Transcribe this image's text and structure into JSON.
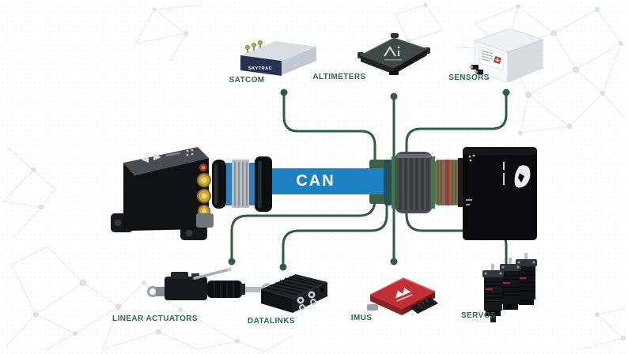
{
  "bus": {
    "label": "CAN"
  },
  "peripherals": {
    "top": [
      {
        "id": "satcom",
        "label": "SATCOM"
      },
      {
        "id": "altimeters",
        "label": "ALTIMETERS"
      },
      {
        "id": "sensors",
        "label": "SENSORS"
      }
    ],
    "bottom": [
      {
        "id": "linear-actuators",
        "label": "LINEAR ACTUATORS"
      },
      {
        "id": "datalinks",
        "label": "DATALINKS"
      },
      {
        "id": "imus",
        "label": "IMUS"
      },
      {
        "id": "servos",
        "label": "SERVOS"
      }
    ]
  },
  "devices": {
    "satcom_brand": "SKYTRAC"
  },
  "colors": {
    "label_green": "#2b6a4d",
    "line_green": "#2f5d41",
    "junction_green": "#3d6147",
    "can_blue": "#1d82c4",
    "imu_red": "#c03034",
    "mesh_gray": "#e4e9e4"
  }
}
